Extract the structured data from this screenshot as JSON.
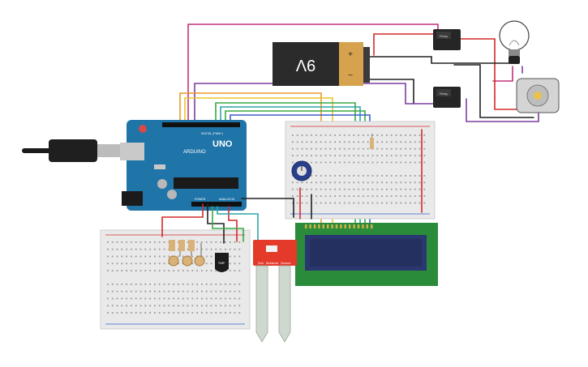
{
  "battery": {
    "voltage": "9V",
    "plus": "+",
    "minus": "−"
  },
  "arduino": {
    "brand": "ARDUINO",
    "model": "UNO",
    "digital_label": "DIGITAL (PWM~)",
    "power_label": "POWER",
    "analog_label": "ANALOG IN"
  },
  "relay_top": {
    "label": "Relay"
  },
  "relay_bottom": {
    "label": "Relay"
  },
  "sensor_board": {
    "left_label": "Soil",
    "mid_label": "Moisture",
    "right_label": "Sensor"
  },
  "temp_sensor": {
    "label": "TMP"
  },
  "colors": {
    "arduino": "#1f74a8",
    "breadboard": "#e9e9e9",
    "lcd_board": "#2a8c3a",
    "lcd_screen": "#2b3770",
    "sensor_board": "#e33a2a",
    "battery_body": "#2b2b2b",
    "battery_cap": "#d6a24e",
    "wire_magenta": "#c2327f",
    "wire_red": "#d42a2a",
    "wire_black": "#222222",
    "wire_purple": "#7b3fa0",
    "wire_orange": "#e89a2c",
    "wire_yellow": "#e8c62c",
    "wire_green": "#3aa845",
    "wire_teal": "#2aa6a6",
    "wire_blue": "#3a5fc8"
  }
}
